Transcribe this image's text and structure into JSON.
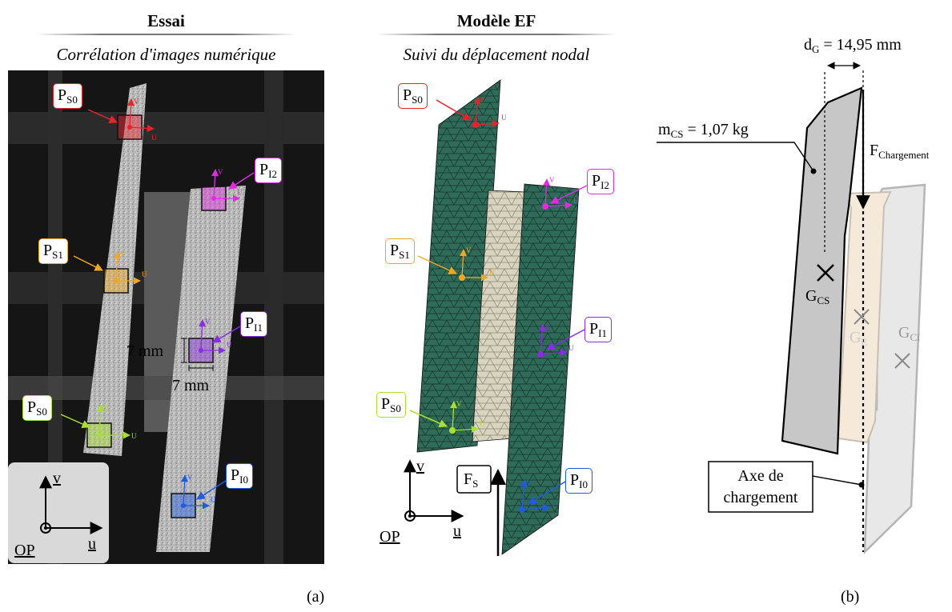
{
  "titles": {
    "left": "Essai",
    "left_subtitle": "Corrélation d'images numérique",
    "middle": "Modèle EF",
    "middle_subtitle": "Suivi du déplacement nodal"
  },
  "captions": {
    "a": "(a)",
    "b": "(b)"
  },
  "points": {
    "p": "P",
    "s0": "S0",
    "s1": "S1",
    "i0": "I0",
    "i1": "I1",
    "i2": "I2"
  },
  "axis_labels": {
    "u": "U",
    "v": "V",
    "u_big": "u",
    "v_big": "v",
    "op": "OP"
  },
  "dimensions": {
    "w": "7 mm",
    "h": "7 mm"
  },
  "force_label": {
    "f": "F",
    "sub": "S"
  },
  "panel_b": {
    "dg_main": "d",
    "dg_sub": "G",
    "dg_value": " = 14,95 mm",
    "mcs_main": "m",
    "mcs_sub": "CS",
    "mcs_value": " = 1,07 kg",
    "fload_main": "F",
    "fload_sub": "Chargement",
    "gcs_main": "G",
    "gcs_sub": "CS",
    "ge_main": "G",
    "ge_sub": "E",
    "gci_main": "G",
    "gci_sub": "CI",
    "axis_line1": "Axe de",
    "axis_line2": "chargement"
  },
  "colors": {
    "s0_top": "#e8222a",
    "i2": "#e02ce0",
    "s1": "#f0a824",
    "i1": "#8a2ce0",
    "s0_bottom": "#a8e030",
    "i0": "#1e5ce0",
    "mesh": "#2e6b58",
    "mesh_middle": "#d9d4c0",
    "part_cs": "#c7c7c7",
    "part_e": "#f5e9da",
    "part_ci": "#e8e8e8"
  }
}
